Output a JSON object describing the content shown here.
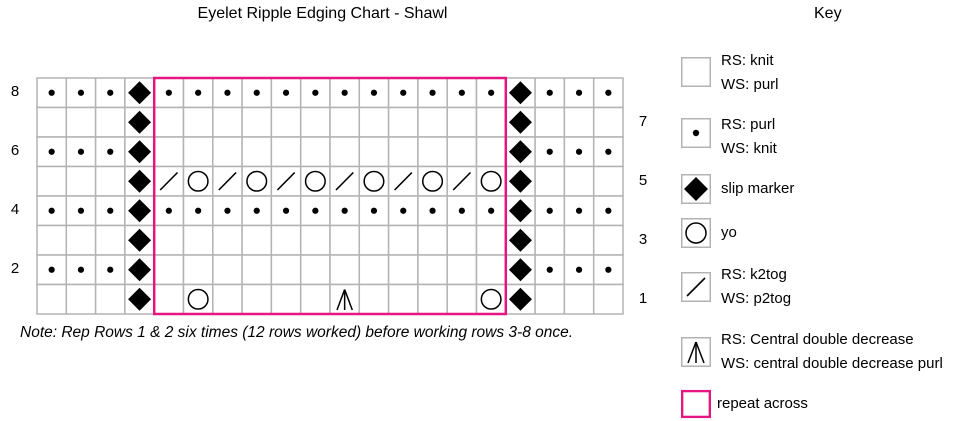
{
  "chart": {
    "title": "Eyelet Ripple Edging Chart - Shawl",
    "left_row_numbers": [
      "8",
      "6",
      "4",
      "2"
    ],
    "right_row_numbers": [
      "7",
      "5",
      "3",
      "1"
    ],
    "rows": [
      {
        "row": 8,
        "cells": [
          "p",
          "p",
          "p",
          "m",
          "p",
          "p",
          "p",
          "p",
          "p",
          "p",
          "p",
          "p",
          "p",
          "p",
          "p",
          "p",
          "m",
          "p",
          "p",
          "p"
        ]
      },
      {
        "row": 7,
        "cells": [
          "k",
          "k",
          "k",
          "m",
          "k",
          "k",
          "k",
          "k",
          "k",
          "k",
          "k",
          "k",
          "k",
          "k",
          "k",
          "k",
          "m",
          "k",
          "k",
          "k"
        ]
      },
      {
        "row": 6,
        "cells": [
          "p",
          "p",
          "p",
          "m",
          "k",
          "k",
          "k",
          "k",
          "k",
          "k",
          "k",
          "k",
          "k",
          "k",
          "k",
          "k",
          "m",
          "p",
          "p",
          "p"
        ]
      },
      {
        "row": 5,
        "cells": [
          "k",
          "k",
          "k",
          "m",
          "k2tog",
          "yo",
          "k2tog",
          "yo",
          "k2tog",
          "yo",
          "k2tog",
          "yo",
          "k2tog",
          "yo",
          "k2tog",
          "yo",
          "m",
          "k",
          "k",
          "k"
        ]
      },
      {
        "row": 4,
        "cells": [
          "p",
          "p",
          "p",
          "m",
          "p",
          "p",
          "p",
          "p",
          "p",
          "p",
          "p",
          "p",
          "p",
          "p",
          "p",
          "p",
          "m",
          "p",
          "p",
          "p"
        ]
      },
      {
        "row": 3,
        "cells": [
          "k",
          "k",
          "k",
          "m",
          "k",
          "k",
          "k",
          "k",
          "k",
          "k",
          "k",
          "k",
          "k",
          "k",
          "k",
          "k",
          "m",
          "k",
          "k",
          "k"
        ]
      },
      {
        "row": 2,
        "cells": [
          "p",
          "p",
          "p",
          "m",
          "k",
          "k",
          "k",
          "k",
          "k",
          "k",
          "k",
          "k",
          "k",
          "k",
          "k",
          "k",
          "m",
          "p",
          "p",
          "p"
        ]
      },
      {
        "row": 1,
        "cells": [
          "k",
          "k",
          "k",
          "m",
          "k",
          "yo",
          "k",
          "k",
          "k",
          "k",
          "cdd",
          "k",
          "k",
          "k",
          "k",
          "yo",
          "m",
          "k",
          "k",
          "k"
        ]
      }
    ],
    "repeat_range": {
      "first_column": 5,
      "last_column": 16
    },
    "note": "Note: Rep Rows 1 & 2 six times (12 rows worked) before working rows 3-8 once."
  },
  "key": {
    "title": "Key",
    "items": [
      {
        "symbol": "k",
        "lines": [
          "RS: knit",
          "WS: purl"
        ]
      },
      {
        "symbol": "p",
        "lines": [
          "RS: purl",
          "WS: knit"
        ]
      },
      {
        "symbol": "m",
        "lines": [
          "slip marker"
        ]
      },
      {
        "symbol": "yo",
        "lines": [
          "yo"
        ]
      },
      {
        "symbol": "k2tog",
        "lines": [
          "RS: k2tog",
          "WS: p2tog"
        ]
      },
      {
        "symbol": "cdd",
        "lines": [
          "RS: Central double decrease",
          "WS: central double decrease purl"
        ]
      },
      {
        "symbol": "repeat",
        "lines": [
          "repeat across"
        ]
      }
    ]
  },
  "colors": {
    "grid_line": "#b3b3b3",
    "symbol": "#000000",
    "repeat_outline": "#e6157f"
  }
}
